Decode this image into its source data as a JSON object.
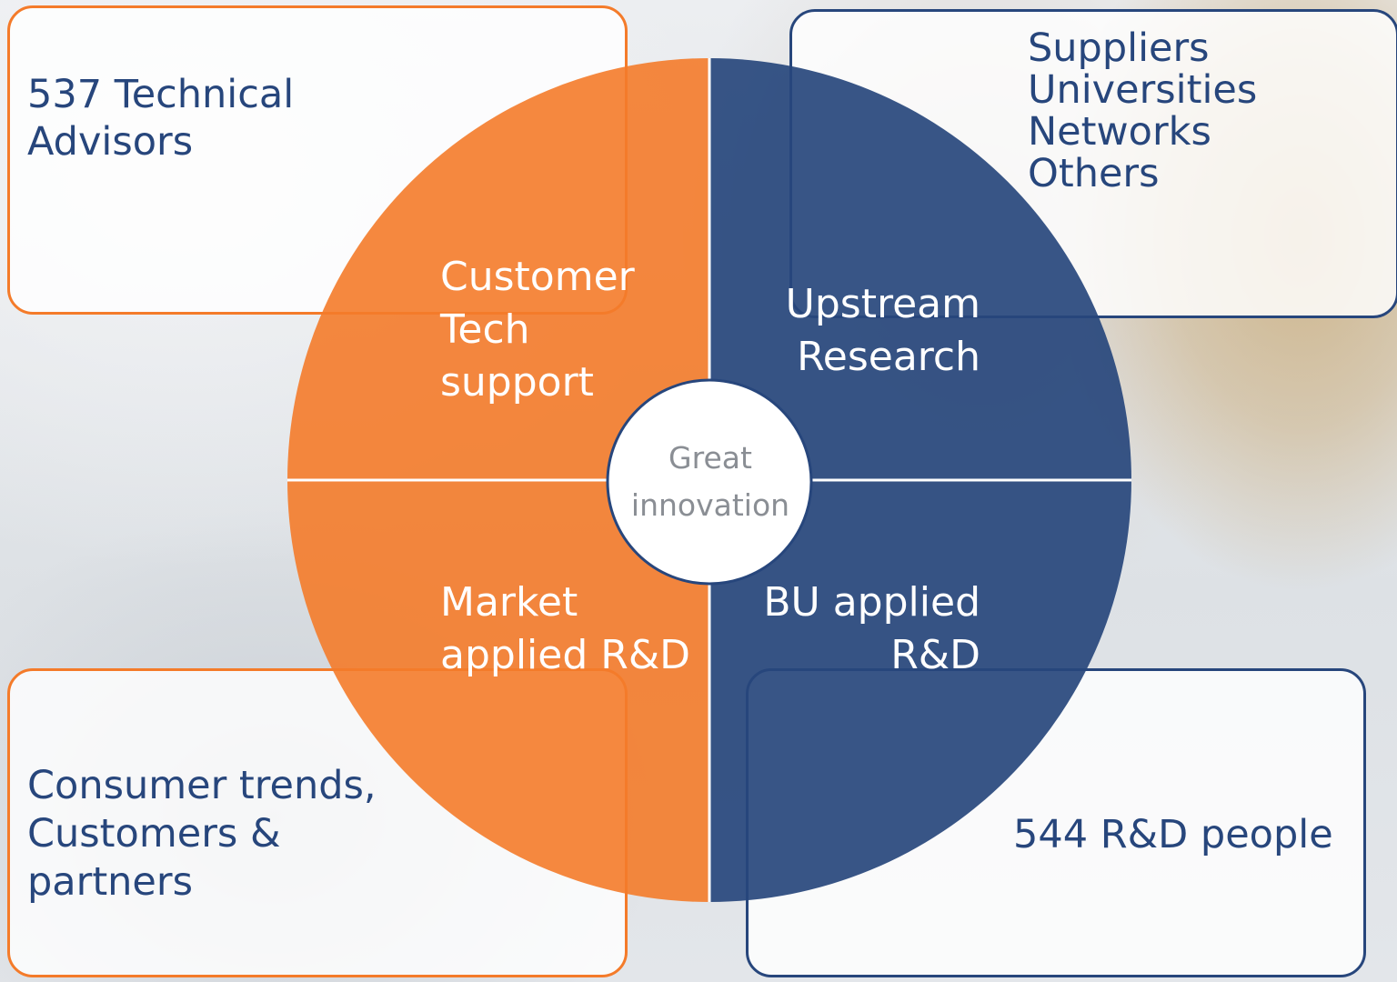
{
  "panels": {
    "top_left": "537 Technical\nAdvisors",
    "top_right": "Suppliers\nUniversities\nNetworks\nOthers",
    "bottom_left": "Consumer trends,\nCustomers &\npartners",
    "bottom_right": "544 R&D people"
  },
  "quadrants": {
    "top_left": "Customer\nTech\nsupport",
    "top_right": "Upstream\nResearch",
    "bottom_left": "Market\napplied R&D",
    "bottom_right": "BU applied\nR&D"
  },
  "center": "Great\ninnovation",
  "colors": {
    "orange": "#f47b2a",
    "navy": "#27467c",
    "background": "#e9ebee"
  }
}
